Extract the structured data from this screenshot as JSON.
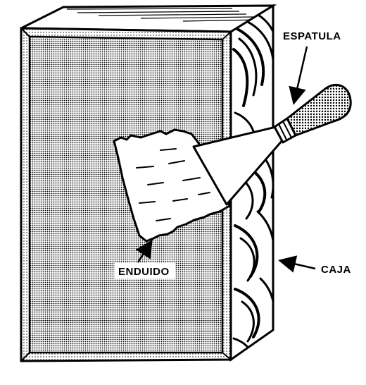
{
  "labels": {
    "espatula": "ESPATULA",
    "enduido": "ENDUIDO",
    "caja": "CAJA"
  },
  "colors": {
    "ink": "#000000",
    "paper": "#ffffff"
  }
}
